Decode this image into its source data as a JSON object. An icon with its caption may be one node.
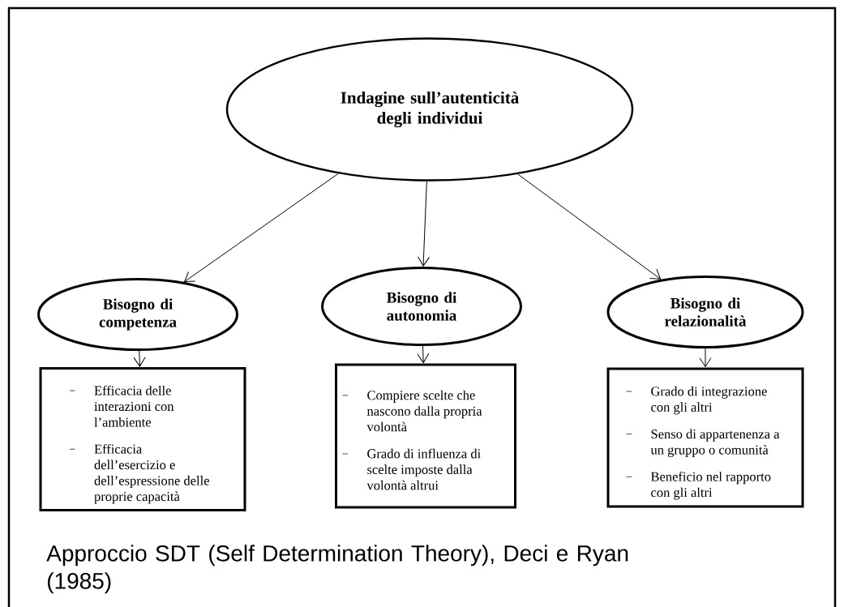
{
  "diagram": {
    "caption": "Approccio SDT (Self Determination Theory), Deci e Ryan (1985)",
    "nodes": [
      {
        "text": [
          "Indagine sull’autenticità degli individui"
        ]
      },
      {
        "text": [
          "Bisogno di competenza"
        ]
      },
      {
        "text": [
          "Bisogno di autonomia"
        ]
      },
      {
        "text": [
          "Bisogno di relazionalità"
        ]
      },
      {
        "text": [
          "Efficacia delle interazioni con l’ambiente",
          "Efficacia dell’esercizio e dell’espressione delle proprie capacità"
        ]
      },
      {
        "text": [
          "Compiere scelte che nascono dalla propria volontà",
          "Grado di influenza di scelte imposte dalla volontà altrui"
        ]
      },
      {
        "text": [
          "Grado di integrazione con gli altri",
          "Senso di appartenenza a un gruppo o comunità",
          "Beneficio nel rapporto con gli altri"
        ]
      }
    ],
    "edges": [
      {
        "from": 0,
        "to": 1,
        "arrow": "to"
      },
      {
        "from": 0,
        "to": 2,
        "arrow": "to"
      },
      {
        "from": 0,
        "to": 3,
        "arrow": "to"
      },
      {
        "from": 1,
        "to": 4,
        "arrow": "to"
      },
      {
        "from": 2,
        "to": 5,
        "arrow": "to"
      },
      {
        "from": 3,
        "to": 6,
        "arrow": "to"
      }
    ]
  }
}
